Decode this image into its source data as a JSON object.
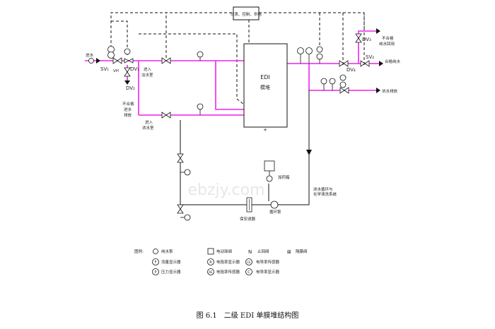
{
  "labels": {
    "control": "仪表、控制、供电",
    "inlet": "进水",
    "sv1": "SV₁",
    "vh": "VH",
    "dv1": "DV₁",
    "dv2": "DV₂",
    "dv3": "DV₃",
    "sv2": "SV₂",
    "dv4": "DV₄",
    "dilute_in_1": "进入",
    "dilute_in_2": "淡水室",
    "conc_in_1": "进入",
    "conc_in_2": "浓水室",
    "reject_1": "不合格",
    "reject_2": "进水",
    "reject_3": "排放",
    "edi_1": "EDI",
    "edi_2": "模堆",
    "out_reject_1": "不合格",
    "out_reject_2": "纯水回用",
    "product": "合格纯水",
    "conc_drain": "浓水排放",
    "dosing": "加药箱",
    "pump": "循环泵",
    "security_filter": "保安滤器",
    "conc_loop_1": "浓水循环与",
    "conc_loop_2": "化学清洗系统",
    "watermark": "ebzjy.com"
  },
  "legend": {
    "title": "图例:",
    "items": [
      "纯水泵",
      "电动球阀",
      "止回阀",
      "隔膜阀",
      "流量显示器",
      "电阻率显示器",
      "电导率传感器",
      "压力显示器",
      "电阻率传感器",
      "电导率显示器"
    ],
    "symbols": [
      "F",
      "P",
      "R",
      "RE",
      "C",
      "CE"
    ]
  },
  "caption": "图 6.1　二级 EDI 单膜堆结构图",
  "colors": {
    "pipe": "#ee22ee",
    "line": "#111111"
  }
}
